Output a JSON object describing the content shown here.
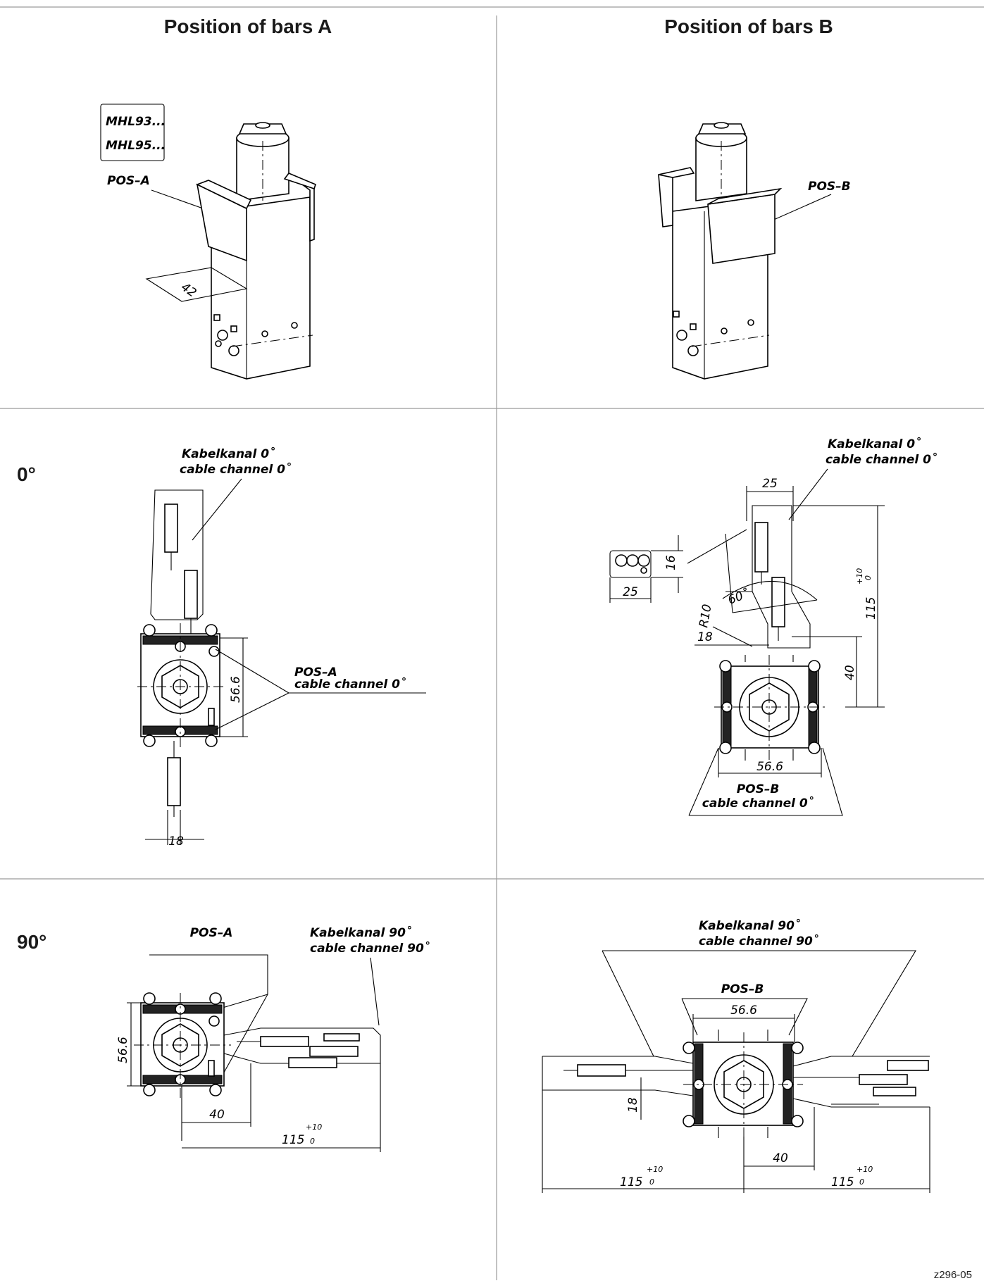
{
  "headers": {
    "col_a": "Position of bars A",
    "col_b": "Position of bars B"
  },
  "rows": {
    "r0": "0°",
    "r90": "90°"
  },
  "iso_a": {
    "models_1": "MHL93...",
    "models_2": "MHL95...",
    "pos": "POS–A",
    "dim_42": "42"
  },
  "iso_b": {
    "pos": "POS–B"
  },
  "zero_a": {
    "kabel": "Kabelkanal 0˚",
    "cable": "cable channel 0˚",
    "pos": "POS–A",
    "pos_cable": "cable channel 0˚",
    "dim_56": "56.6",
    "dim_18": "18"
  },
  "zero_b": {
    "kabel": "Kabelkanal 0˚",
    "cable": "cable channel 0˚",
    "dim_25_top": "25",
    "dim_16": "16",
    "dim_25_small": "25",
    "dim_60": "60˚",
    "dim_r10": "R10",
    "dim_18": "18",
    "dim_115": "115",
    "tol_plus": "+10",
    "tol_zero": "0",
    "dim_40": "40",
    "dim_56": "56.6",
    "pos": "POS–B",
    "pos_cable": "cable channel 0˚"
  },
  "ninety_a": {
    "pos": "POS–A",
    "kabel": "Kabelkanal 90˚",
    "cable": "cable channel 90˚",
    "dim_56": "56.6",
    "dim_40": "40",
    "dim_115": "115",
    "tol_plus": "+10",
    "tol_zero": "0"
  },
  "ninety_b": {
    "kabel": "Kabelkanal 90˚",
    "cable": "cable channel 90˚",
    "pos": "POS–B",
    "dim_56": "56.6",
    "dim_18": "18",
    "dim_40": "40",
    "dim_115_left": "115",
    "dim_115_right": "115",
    "tol_plus": "+10",
    "tol_zero": "0"
  },
  "drawing_code": "z296-05"
}
